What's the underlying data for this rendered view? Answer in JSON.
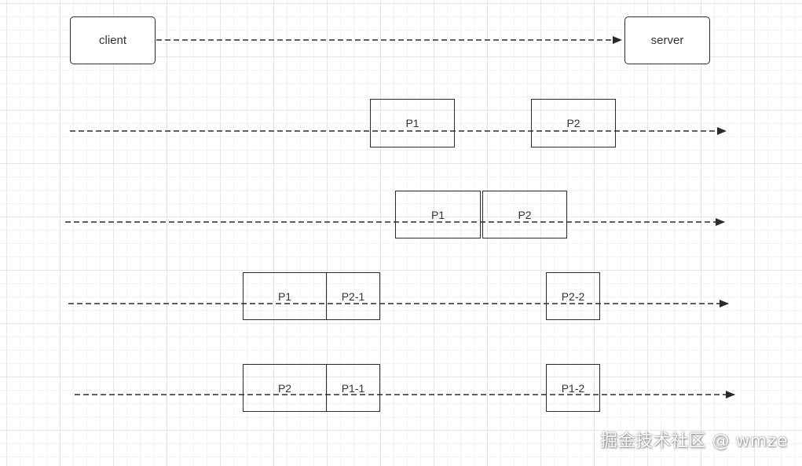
{
  "nodes": {
    "client": "client",
    "server": "server"
  },
  "rows": [
    {
      "packets": [
        "P1",
        "P2"
      ]
    },
    {
      "packets": [
        "P1",
        "P2"
      ]
    },
    {
      "packets": [
        "P1",
        "P2-1",
        "P2-2"
      ]
    },
    {
      "packets": [
        "P2",
        "P1-1",
        "P1-2"
      ]
    }
  ],
  "watermark": "掘金技术社区 @ wmze"
}
